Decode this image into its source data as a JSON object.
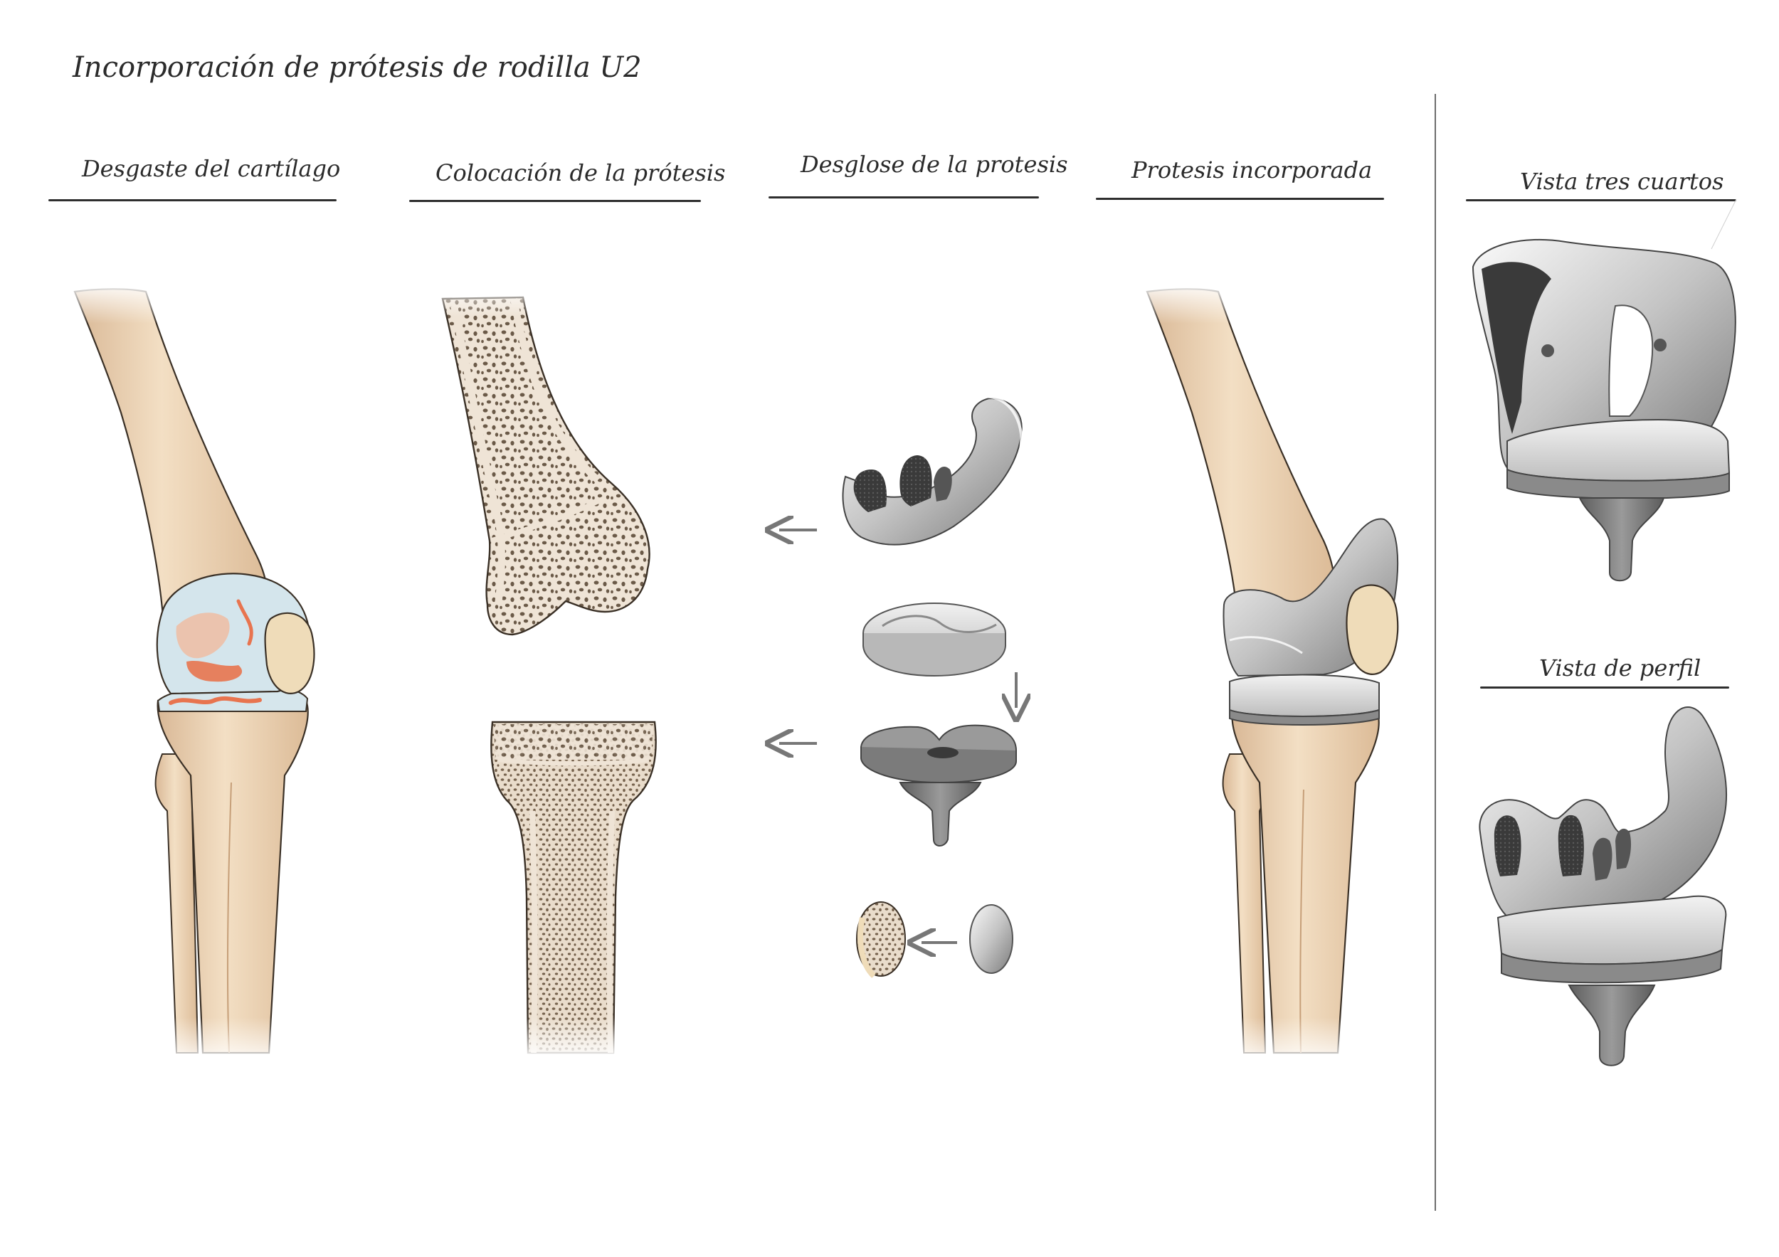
{
  "title": "Incorporación de prótesis de rodilla U2",
  "headings": {
    "wear": "Desgaste del cartílago",
    "placement": "Colocación de la prótesis",
    "breakdown": "Desglose de la protesis",
    "incorporated": "Protesis incorporada",
    "three_quarter": "Vista tres cuartos",
    "profile": "Vista de perfil"
  },
  "colors": {
    "bone": "#f1dcc0",
    "bone_shadow": "#d9b896",
    "outline": "#3a3026",
    "cartilage": "#cfe3ea",
    "damage": "#e8744f",
    "metal_light": "#e8e8e8",
    "metal_mid": "#b5b5b5",
    "metal_dark": "#6a6a6a",
    "arrow": "#777777"
  }
}
